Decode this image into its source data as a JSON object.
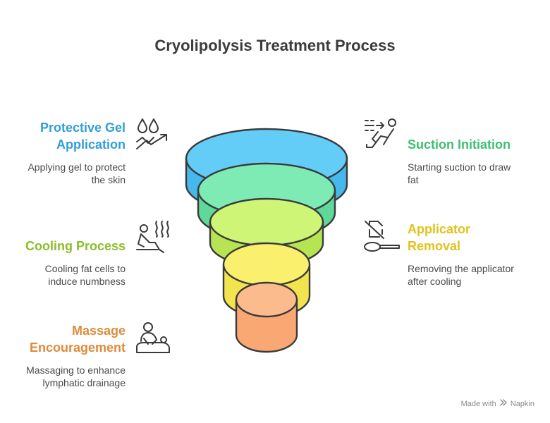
{
  "title": "Cryolipolysis Treatment Process",
  "colors": {
    "blue": "#2f9fd8",
    "green": "#3dbf72",
    "lime": "#8cbd2a",
    "yellow": "#e0c21a",
    "orange": "#e08a3a",
    "layer1": "#5ec8f5",
    "layer2": "#6fe3a8",
    "layer3": "#c8f06a",
    "layer4": "#f8ee68",
    "layer5": "#fbb584"
  },
  "steps": [
    {
      "title_line1": "Protective Gel",
      "title_line2": "Application",
      "desc_line1": "Applying gel to protect",
      "desc_line2": "the skin",
      "icon": "gel-drops-icon"
    },
    {
      "title_line1": "Suction Initiation",
      "desc_line1": "Starting suction to draw",
      "desc_line2": "fat",
      "icon": "suction-recline-icon"
    },
    {
      "title_line1": "Cooling Process",
      "desc_line1": "Cooling fat cells to",
      "desc_line2": "induce numbness",
      "icon": "cooling-person-icon"
    },
    {
      "title_line1": "Applicator",
      "title_line2": "Removal",
      "desc_line1": "Removing the applicator",
      "desc_line2": "after cooling",
      "icon": "applicator-removal-icon"
    },
    {
      "title_line1": "Massage",
      "title_line2": "Encouragement",
      "desc_line1": "Massaging to enhance",
      "desc_line2": "lymphatic drainage",
      "icon": "massage-icon"
    }
  ],
  "watermark": {
    "prefix": "Made with",
    "brand": "Napkin"
  }
}
